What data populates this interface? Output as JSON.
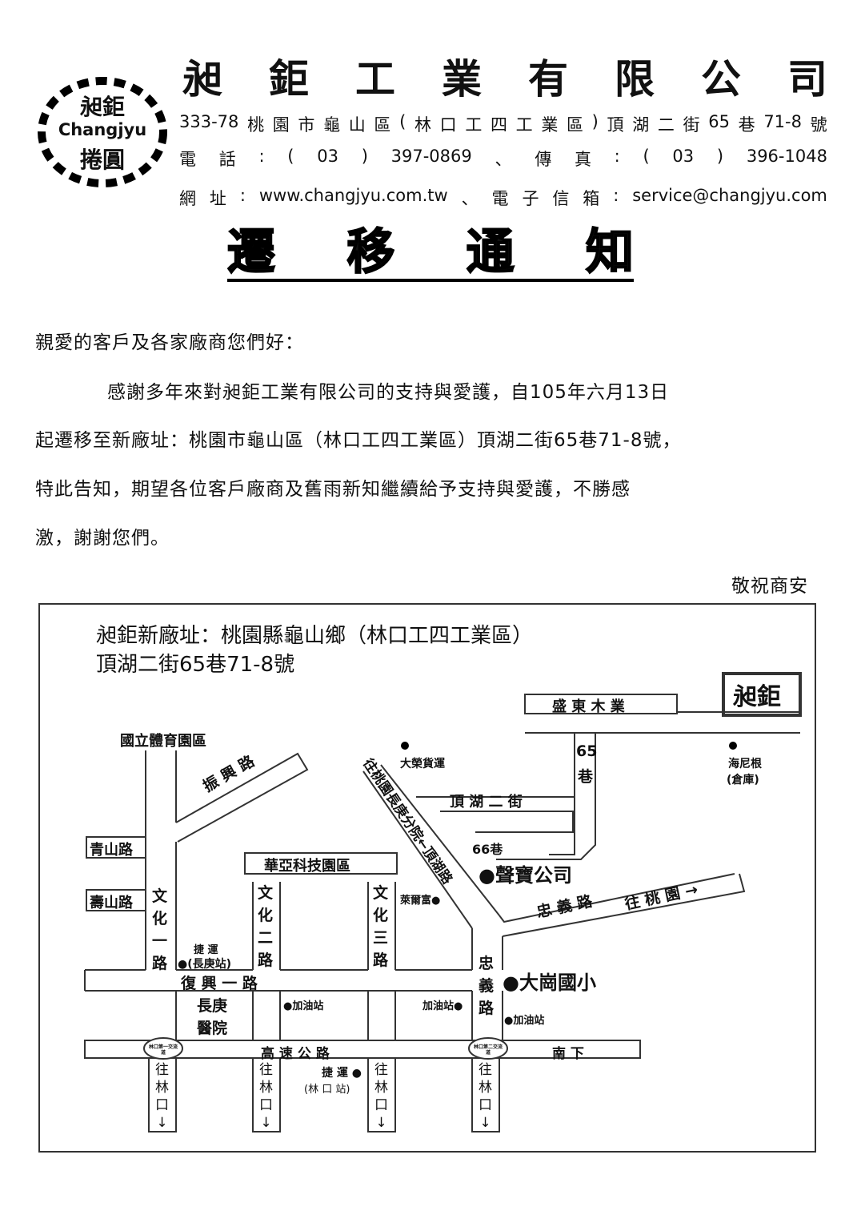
{
  "header": {
    "logo": {
      "top_text": "昶鉅",
      "middle_text": "Changjyu",
      "bottom_text": "捲圓"
    },
    "company_name_chars": [
      "昶",
      "鉅",
      "工",
      "業",
      "有",
      "限",
      "公",
      "司"
    ],
    "address_tokens": [
      "333-78",
      "桃",
      "園",
      "市",
      "龜",
      "山",
      "區",
      "(",
      "林",
      "口",
      "工",
      "四",
      "工",
      "業",
      "區",
      ")",
      "頂",
      "湖",
      "二",
      "街",
      "65",
      "巷",
      "71-8",
      "號"
    ],
    "phone_tokens": [
      "電",
      "話",
      ":",
      "(",
      "03",
      ")",
      "397-0869",
      "、",
      "傳",
      "真",
      ":",
      "(",
      "03",
      ")",
      "396-1048"
    ],
    "web_tokens": [
      "網",
      "址",
      ":",
      "www.changjyu.com.tw",
      "、",
      "電",
      "子",
      "信",
      "箱",
      ":",
      "service@changjyu.com"
    ]
  },
  "notice": {
    "title_chars": [
      "遷",
      "移",
      "通",
      "知"
    ],
    "greeting": "親愛的客戶及各家廠商您們好：",
    "line1": "感謝多年來對昶鉅工業有限公司的支持與愛護，自105年六月13日",
    "line2": "起遷移至新廠址：桃園市龜山區（林口工四工業區）頂湖二街65巷71-8號，",
    "line3": "特此告知，期望各位客戶廠商及舊雨新知繼續給予支持與愛護，不勝感",
    "line4": "激，謝謝您們。",
    "closing": "敬祝商安"
  },
  "map": {
    "title_line1": "昶鉅新廠址：桃園縣龜山鄉（林口工四工業區）",
    "title_line2": "頂湖二街65巷71-8號",
    "box_label": "昶鉅",
    "shengdong": "盛 東 木 業",
    "sports_park": "國立體育園區",
    "zhenxing_road": "振 興 路",
    "to_changgung": "往桃園長庚分院←頂湖路",
    "dingyu_st": "頂 湖 二 街",
    "lane65_a": "65",
    "lane65_b": "巷",
    "darong": "大榮貨運",
    "heineken": "海尼根",
    "warehouse": "(倉庫)",
    "lane66": "66巷",
    "shengbao": "●聲寶公司",
    "qingshan": "青山路",
    "shoushan": "壽山路",
    "huaya": "華亞科技園區",
    "wenhua1": [
      "文",
      "化",
      "一",
      "路"
    ],
    "wenhua2": [
      "文",
      "化",
      "二",
      "路"
    ],
    "wenhua3": [
      "文",
      "化",
      "三",
      "路"
    ],
    "laierfu": "萊爾富●",
    "zhongyi_road": "忠 義 路",
    "to_taoyuan": "往 桃 園 →",
    "mrt_cg_a": "捷 運",
    "mrt_cg_b": "●(長庚站)",
    "zhongyi_v": [
      "忠",
      "義",
      "路"
    ],
    "dagang": "●大崗國小",
    "fuxing1": "復   興   一   路",
    "changgung_hosp_a": "長庚",
    "changgung_hosp_b": "醫院",
    "gas1": "●加油站",
    "gas2": "加油站●",
    "gas3": "●加油站",
    "highway": "高   速   公   路",
    "nanxia": "南 下",
    "ic1": "林口第一交流道",
    "ic2": "林口第二交流道",
    "to_linkou": [
      "往",
      "林",
      "口",
      "↓"
    ],
    "mrt_lk_a": "捷 運 ●",
    "mrt_lk_b": "(林 口 站)"
  }
}
